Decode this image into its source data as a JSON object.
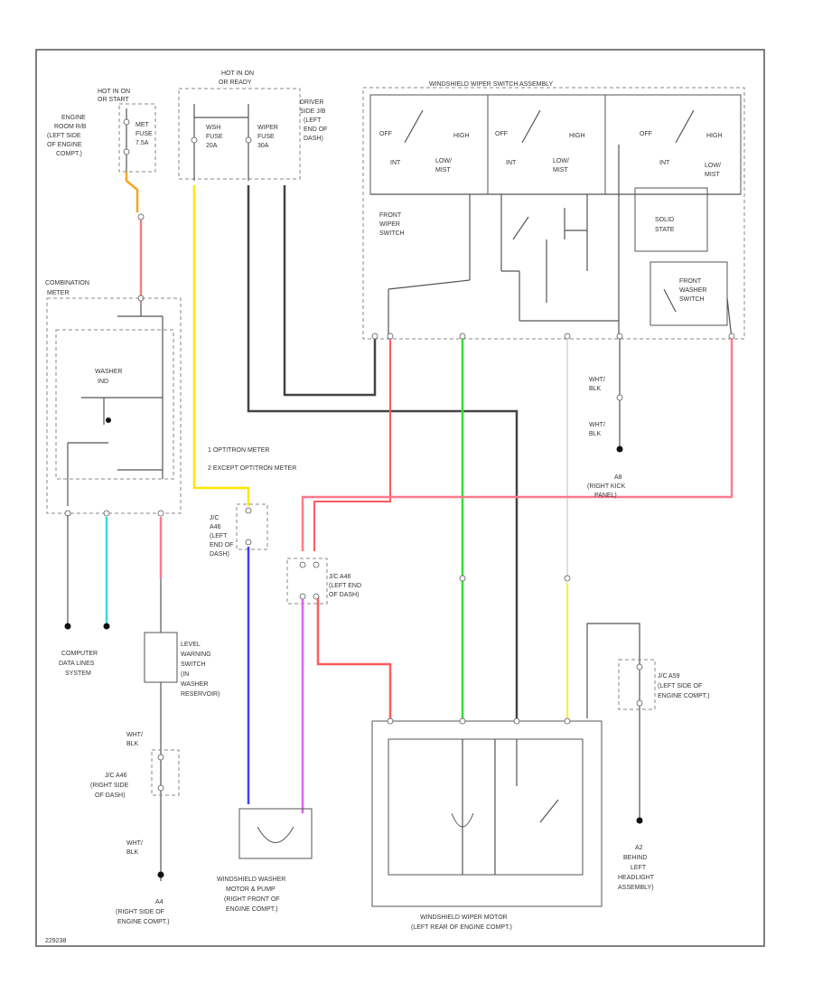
{
  "labels": {
    "hot_in_on_acc": "HOT IN ON",
    "hot_in_on_acc2": "OR START",
    "engine_room_box": [
      "ENGINE",
      "ROOM R/B",
      "(LEFT SIDE",
      "OF ENGINE",
      "COMPT.)"
    ],
    "met_fuse": [
      "MET",
      "FUSE",
      "7.5A"
    ],
    "hot_in_on": "HOT IN ON",
    "or_ready": "OR READY",
    "wsh_fuse": [
      "WSH",
      "FUSE",
      "20A"
    ],
    "wiper_fuse": [
      "WIPER",
      "FUSE",
      "30A"
    ],
    "driver_side_jb": [
      "DRIVER",
      "SIDE J/B",
      "(LEFT",
      "END OF",
      "DASH)"
    ],
    "wiper_switch_assembly": "WINDSHIELD WIPER SWITCH ASSEMBLY",
    "off": "OFF",
    "high": "HIGH",
    "int": "INT",
    "low_mist": [
      "LOW/",
      "MIST"
    ],
    "front_wiper_switch": [
      "FRONT",
      "WIPER",
      "SWITCH"
    ],
    "solid_state": [
      "SOLID",
      "STATE"
    ],
    "front_washer_switch": [
      "FRONT",
      "WASHER",
      "SWITCH"
    ],
    "combination_meter": [
      "COMBINATION",
      "METER"
    ],
    "washer_ind": [
      "WASHER",
      "IND"
    ],
    "opt1": "1  OPTITRON METER",
    "opt2": "2  EXCEPT OPTITRON METER",
    "wht_blk": [
      "WHT/",
      "BLK"
    ],
    "a8_ground": [
      "A8",
      "(RIGHT KICK",
      "PANEL)"
    ],
    "jc_left_end_dash": [
      "J/C",
      "A46",
      "(LEFT",
      "END OF",
      "DASH)"
    ],
    "jc_left_end_dash2": [
      "J/C A46",
      "(LEFT END",
      "OF DASH)"
    ],
    "computer_data": [
      "COMPUTER",
      "DATA LINES",
      "SYSTEM"
    ],
    "level_warning": [
      "LEVEL",
      "WARNING",
      "SWITCH",
      "(IN",
      "WASHER",
      "RESERVOIR)"
    ],
    "jc_right_side_dash": [
      "J/C A46",
      "(RIGHT SIDE",
      "OF DASH)"
    ],
    "a4_ground": [
      "A4",
      "(RIGHT SIDE OF",
      "ENGINE COMPT.)"
    ],
    "washer_motor": [
      "WINDSHIELD WASHER",
      "MOTOR & PUMP",
      "(RIGHT FRONT OF",
      "ENGINE COMPT.)"
    ],
    "wiper_motor": [
      "WINDSHIELD WIPER MOTOR",
      "(LEFT REAR OF ENGINE COMPT.)"
    ],
    "jc_engine": [
      "J/C A59",
      "(LEFT SIDE OF",
      "ENGINE COMPT.)"
    ],
    "a2_ground": [
      "A2",
      "BEHIND",
      "LEFT",
      "HEADLIGHT",
      "ASSEMBLY)"
    ],
    "figure_id": "229238"
  },
  "wire_colors": {
    "orange": "#f5a623",
    "pink": "#f08080",
    "yellow": "#ffe600",
    "black": "#444444",
    "red": "#ff5a5a",
    "green": "#33dd33",
    "blue": "#4040ff",
    "violet": "#dd66ee",
    "cyan": "#33dddd",
    "light_yellow": "#f0f060",
    "gray": "#bbbbbb"
  }
}
